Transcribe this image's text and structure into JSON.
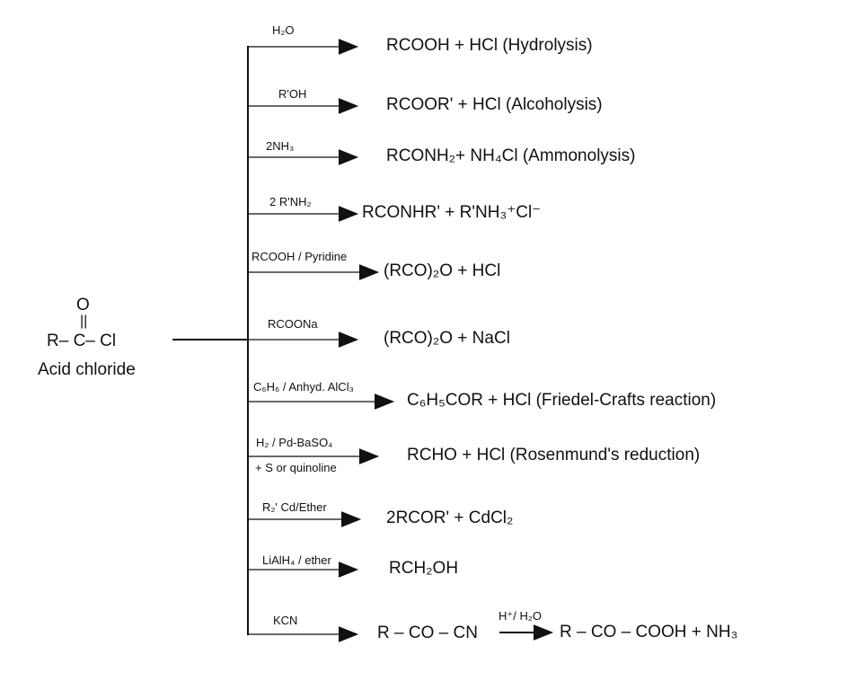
{
  "reactant": {
    "oxygen": "O",
    "double_bond": "||",
    "formula": "R– C– Cl",
    "name": "Acid chloride"
  },
  "reactions": [
    {
      "reagent": "H₂O",
      "product": "RCOOH + HCl (Hydrolysis)"
    },
    {
      "reagent": "R'OH",
      "product": "RCOOR' + HCl (Alcoholysis)"
    },
    {
      "reagent": "2NH₃",
      "product": "RCONH₂+ NH₄Cl (Ammonolysis)"
    },
    {
      "reagent": "2 R'NH₂",
      "product": "RCONHR' + R'NH₃⁺Cl⁻"
    },
    {
      "reagent": "RCOOH / Pyridine",
      "product": "(RCO)₂O + HCl"
    },
    {
      "reagent": "RCOONa",
      "product": "(RCO)₂O + NaCl"
    },
    {
      "reagent": "C₆H₆ / Anhyd. AlCl₃",
      "product": "C₆H₅COR + HCl (Friedel-Crafts reaction)"
    },
    {
      "reagent": "H₂ / Pd-BaSO₄",
      "reagent_below": "+ S or quinoline",
      "product": "RCHO + HCl (Rosenmund's reduction)"
    },
    {
      "reagent": "R₂' Cd/Ether",
      "product": "2RCOR' + CdCl₂"
    },
    {
      "reagent": "LiAlH₄ / ether",
      "product": "RCH₂OH"
    },
    {
      "reagent": "KCN",
      "product": "R – CO – CN",
      "second_reagent": "H⁺/ H₂O",
      "second_product": "R – CO – COOH + NH₃"
    }
  ]
}
